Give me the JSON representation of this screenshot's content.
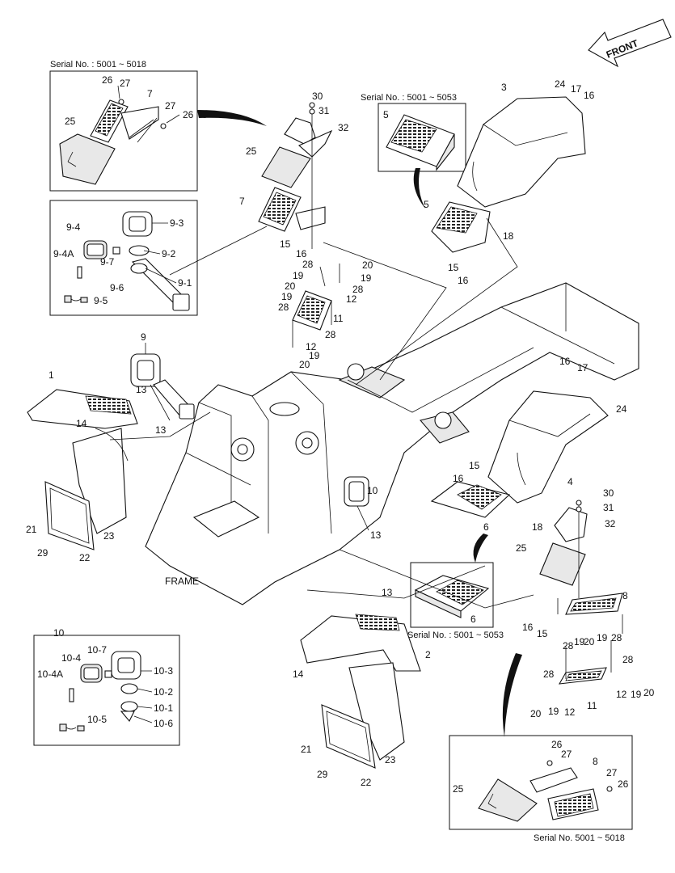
{
  "direction_label": "FRONT",
  "frame_label": "FRAME",
  "serials": {
    "top_left": "Serial No. : 5001 ~ 5018",
    "top_mid": "Serial No. : 5001 ~ 5053",
    "mid_right": "Serial No. : 5001 ~ 5053",
    "bottom_right": "Serial No. 5001 ~ 5018"
  },
  "callouts": {
    "n1": "1",
    "n2": "2",
    "n3": "3",
    "n4": "4",
    "n5": "5",
    "n6": "6",
    "n7": "7",
    "n8": "8",
    "n9": "9",
    "n10": "10",
    "n11": "11",
    "n12": "12",
    "n13": "13",
    "n14": "14",
    "n15": "15",
    "n16": "16",
    "n17": "17",
    "n18": "18",
    "n19": "19",
    "n20": "20",
    "n21": "21",
    "n22": "22",
    "n23": "23",
    "n24": "24",
    "n25": "25",
    "n26": "26",
    "n27": "27",
    "n28": "28",
    "n29": "29",
    "n30": "30",
    "n31": "31",
    "n32": "32",
    "n9_1": "9-1",
    "n9_2": "9-2",
    "n9_3": "9-3",
    "n9_4": "9-4",
    "n9_4A": "9-4A",
    "n9_5": "9-5",
    "n9_6": "9-6",
    "n9_7": "9-7",
    "n10_1": "10-1",
    "n10_2": "10-2",
    "n10_3": "10-3",
    "n10_4": "10-4",
    "n10_4A": "10-4A",
    "n10_5": "10-5",
    "n10_6": "10-6",
    "n10_7": "10-7"
  }
}
